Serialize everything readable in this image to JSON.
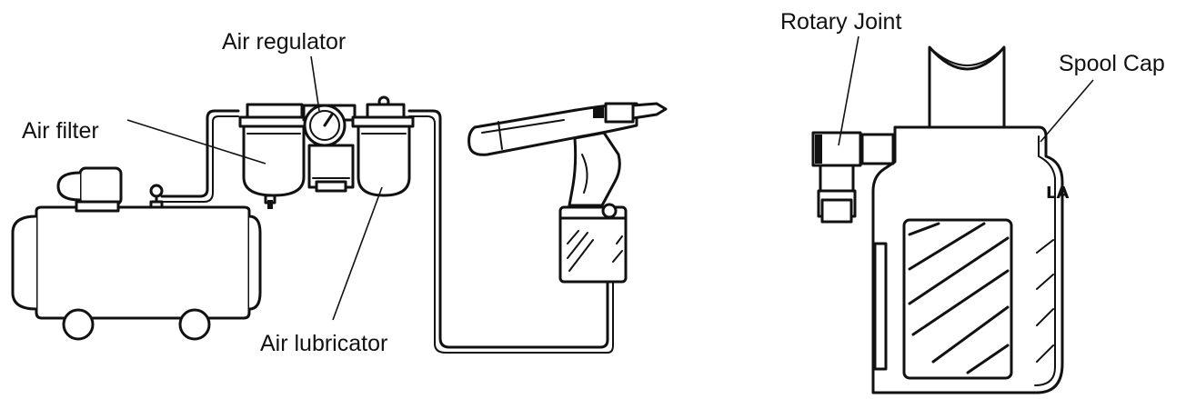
{
  "labels": {
    "air_regulator": "Air regulator",
    "air_filter": "Air filter",
    "air_lubricator": "Air lubricator",
    "rotary_joint": "Rotary Joint",
    "spool_cap": "Spool Cap"
  },
  "colors": {
    "line": "#111111",
    "background": "#ffffff"
  }
}
